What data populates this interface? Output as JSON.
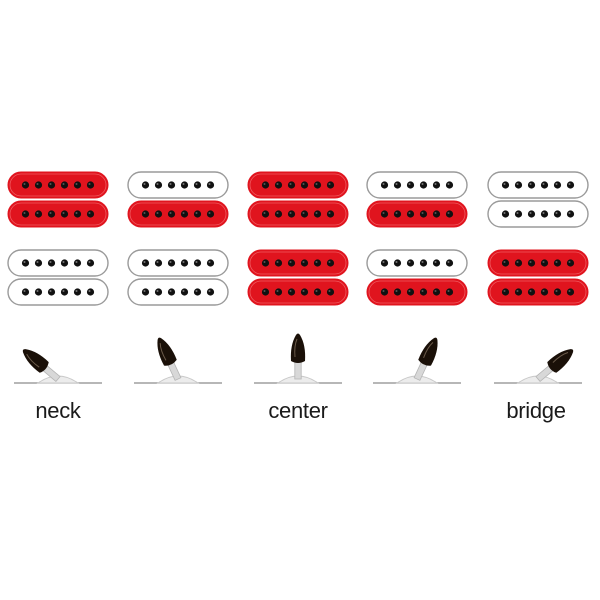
{
  "colors": {
    "active_coil": "#e0141e",
    "inactive_coil": "#ffffff",
    "coil_outline": "#9a9a9a",
    "pole_piece": "#111111",
    "switch_tip": "#1a1008",
    "switch_shaft": "#d8d8d8",
    "baseline": "#8c8c8c"
  },
  "positions": [
    {
      "id": "pos-1",
      "label": "neck",
      "switch_angle_deg": -50,
      "top_pickup": [
        "active",
        "active"
      ],
      "bottom_pickup": [
        "inactive",
        "inactive"
      ]
    },
    {
      "id": "pos-2",
      "label": "",
      "switch_angle_deg": -25,
      "top_pickup": [
        "inactive",
        "active"
      ],
      "bottom_pickup": [
        "inactive",
        "inactive"
      ]
    },
    {
      "id": "pos-3",
      "label": "center",
      "switch_angle_deg": 0,
      "top_pickup": [
        "active",
        "active"
      ],
      "bottom_pickup": [
        "active",
        "active"
      ]
    },
    {
      "id": "pos-4",
      "label": "",
      "switch_angle_deg": 25,
      "top_pickup": [
        "inactive",
        "active"
      ],
      "bottom_pickup": [
        "inactive",
        "active"
      ]
    },
    {
      "id": "pos-5",
      "label": "bridge",
      "switch_angle_deg": 50,
      "top_pickup": [
        "inactive",
        "inactive"
      ],
      "bottom_pickup": [
        "active",
        "active"
      ]
    }
  ],
  "icons": {
    "switch": "pickup-selector-switch-icon",
    "coil": "humbucker-coil-icon"
  }
}
